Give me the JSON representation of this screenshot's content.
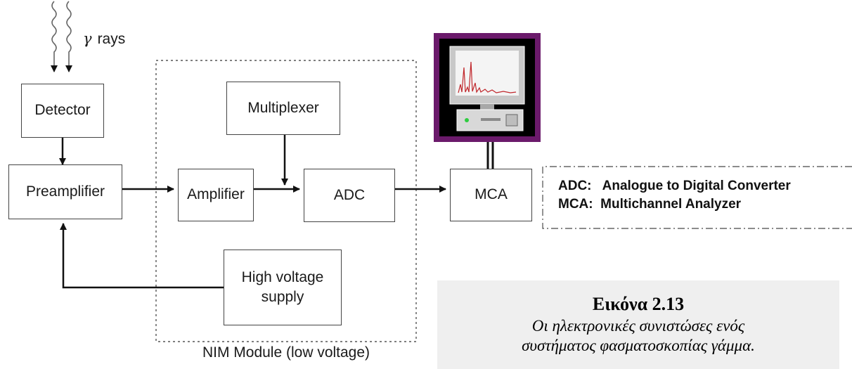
{
  "input_label": {
    "symbol": "γ",
    "text": "rays"
  },
  "nodes": {
    "detector": "Detector",
    "preamplifier": "Preamplifier",
    "amplifier": "Amplifier",
    "multiplexer": "Multiplexer",
    "adc": "ADC",
    "mca": "MCA",
    "hv_line1": "High voltage",
    "hv_line2": "supply"
  },
  "nim_module_label": "NIM Module (low voltage)",
  "legend": {
    "adc": "ADC:   Analogue to Digital Converter",
    "mca": "MCA:  Multichannel Analyzer"
  },
  "caption": {
    "title": "Εικόνα 2.13",
    "line1": "Οι ηλεκτρονικές συνιστώσες ενός",
    "line2": "συστήματος φασματοσκοπίας γάμμα."
  },
  "colors": {
    "computer_frame": "#6b1a6b",
    "computer_background": "#000000",
    "screen_background": "#f4f4f4",
    "spectrum_trace": "#c0262b",
    "caption_background": "#efefef"
  }
}
